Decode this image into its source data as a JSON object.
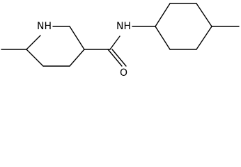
{
  "molecule": {
    "atoms": {
      "ring_nitrogen": "NH",
      "amide_nitrogen": "NH",
      "carbonyl_oxygen": "O"
    },
    "colors": {
      "bond": "#000000",
      "label": "#000000",
      "background": "#ffffff"
    }
  }
}
